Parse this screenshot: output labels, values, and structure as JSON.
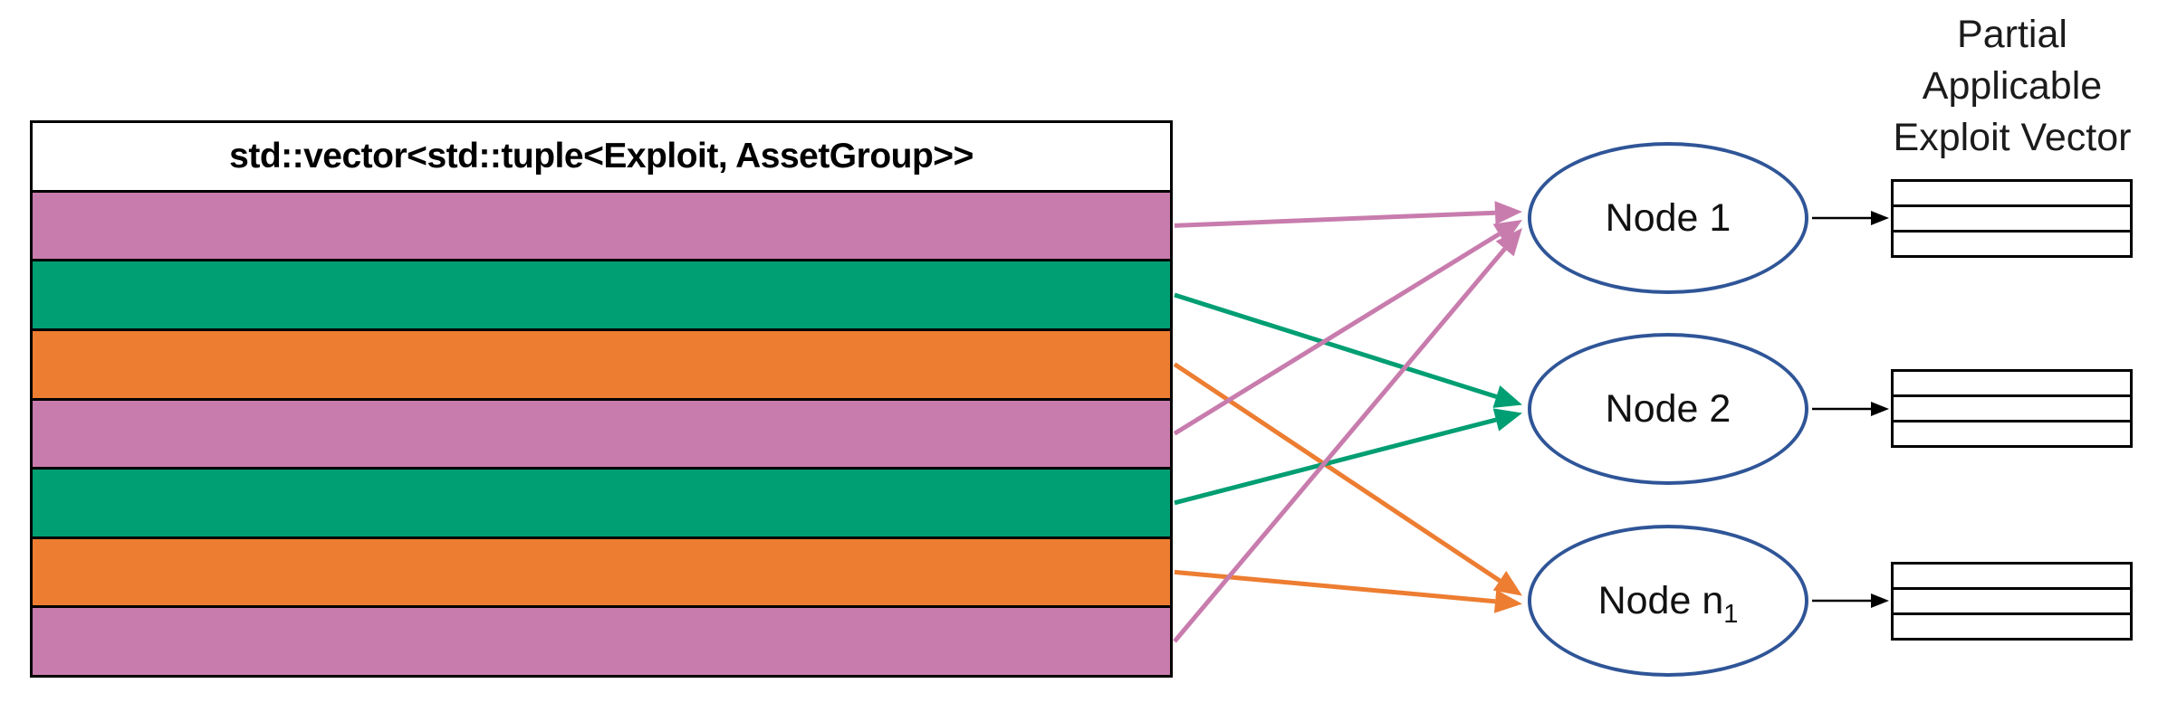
{
  "vector_table": {
    "header": "std::vector<std::tuple<Exploit, AssetGroup>>",
    "rows": [
      {
        "color": "pink"
      },
      {
        "color": "green"
      },
      {
        "color": "orange"
      },
      {
        "color": "pink"
      },
      {
        "color": "green"
      },
      {
        "color": "orange"
      },
      {
        "color": "pink"
      }
    ]
  },
  "nodes": [
    {
      "label": "Node 1",
      "sub": ""
    },
    {
      "label": "Node 2",
      "sub": ""
    },
    {
      "label": "Node n",
      "sub": "1"
    }
  ],
  "edges": [
    {
      "from_row": 0,
      "to_node": 0,
      "color": "pink"
    },
    {
      "from_row": 1,
      "to_node": 1,
      "color": "green"
    },
    {
      "from_row": 2,
      "to_node": 2,
      "color": "orange"
    },
    {
      "from_row": 3,
      "to_node": 0,
      "color": "pink"
    },
    {
      "from_row": 4,
      "to_node": 1,
      "color": "green"
    },
    {
      "from_row": 5,
      "to_node": 2,
      "color": "orange"
    },
    {
      "from_row": 6,
      "to_node": 0,
      "color": "pink"
    }
  ],
  "output_label": {
    "lines": [
      "Partial",
      "Applicable",
      "Exploit Vector"
    ]
  },
  "partial_vectors": [
    {
      "rows": 3
    },
    {
      "rows": 3
    },
    {
      "rows": 3
    }
  ],
  "colors": {
    "pink": "#C87CAD",
    "green": "#009E73",
    "orange": "#ED7D31",
    "node_stroke": "#2F5597",
    "connector": "#000000"
  }
}
